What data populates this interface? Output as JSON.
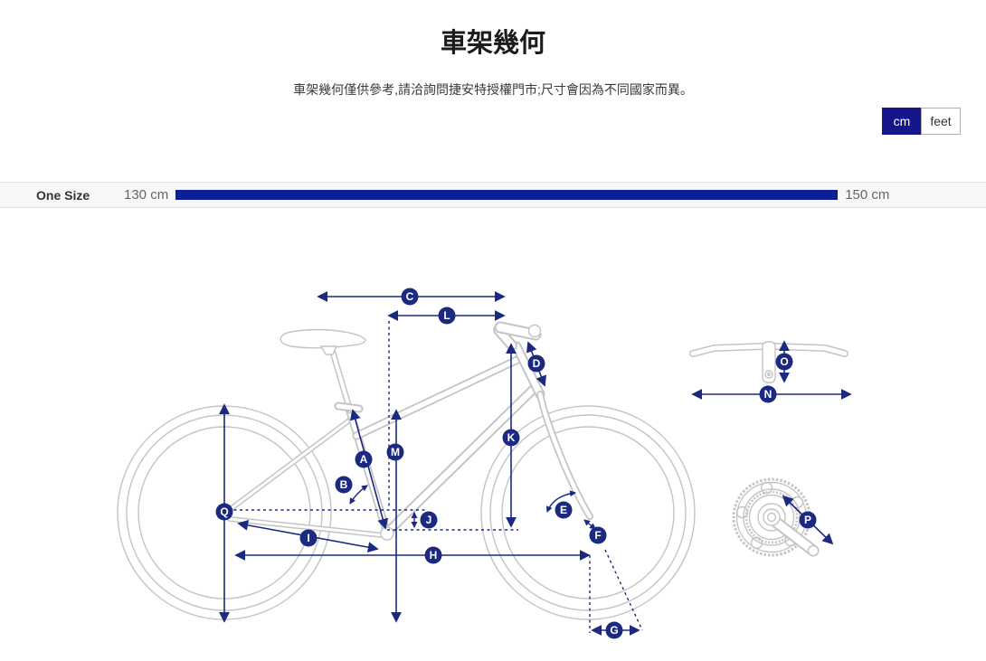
{
  "header": {
    "title": "車架幾何",
    "subtitle": "車架幾何僅供參考,請洽詢問捷安特授權門市;尺寸會因為不同國家而異。"
  },
  "unit_toggle": {
    "cm_label": "cm",
    "feet_label": "feet",
    "selected": "cm"
  },
  "size_row": {
    "label": "One Size",
    "min_label": "130 cm",
    "max_label": "150 cm"
  },
  "diagram": {
    "markers": {
      "A": "A",
      "B": "B",
      "C": "C",
      "D": "D",
      "E": "E",
      "F": "F",
      "G": "G",
      "H": "H",
      "I": "I",
      "J": "J",
      "K": "K",
      "L": "L",
      "M": "M",
      "N": "N",
      "O": "O",
      "P": "P",
      "Q": "Q"
    }
  },
  "colors": {
    "marker_navy": "#1b2a80",
    "size_bar_blue": "#0d1f96",
    "toggle_active_bg": "#15158c",
    "line_art_gray": "#c4c4c4",
    "row_background": "#f7f7f8"
  }
}
